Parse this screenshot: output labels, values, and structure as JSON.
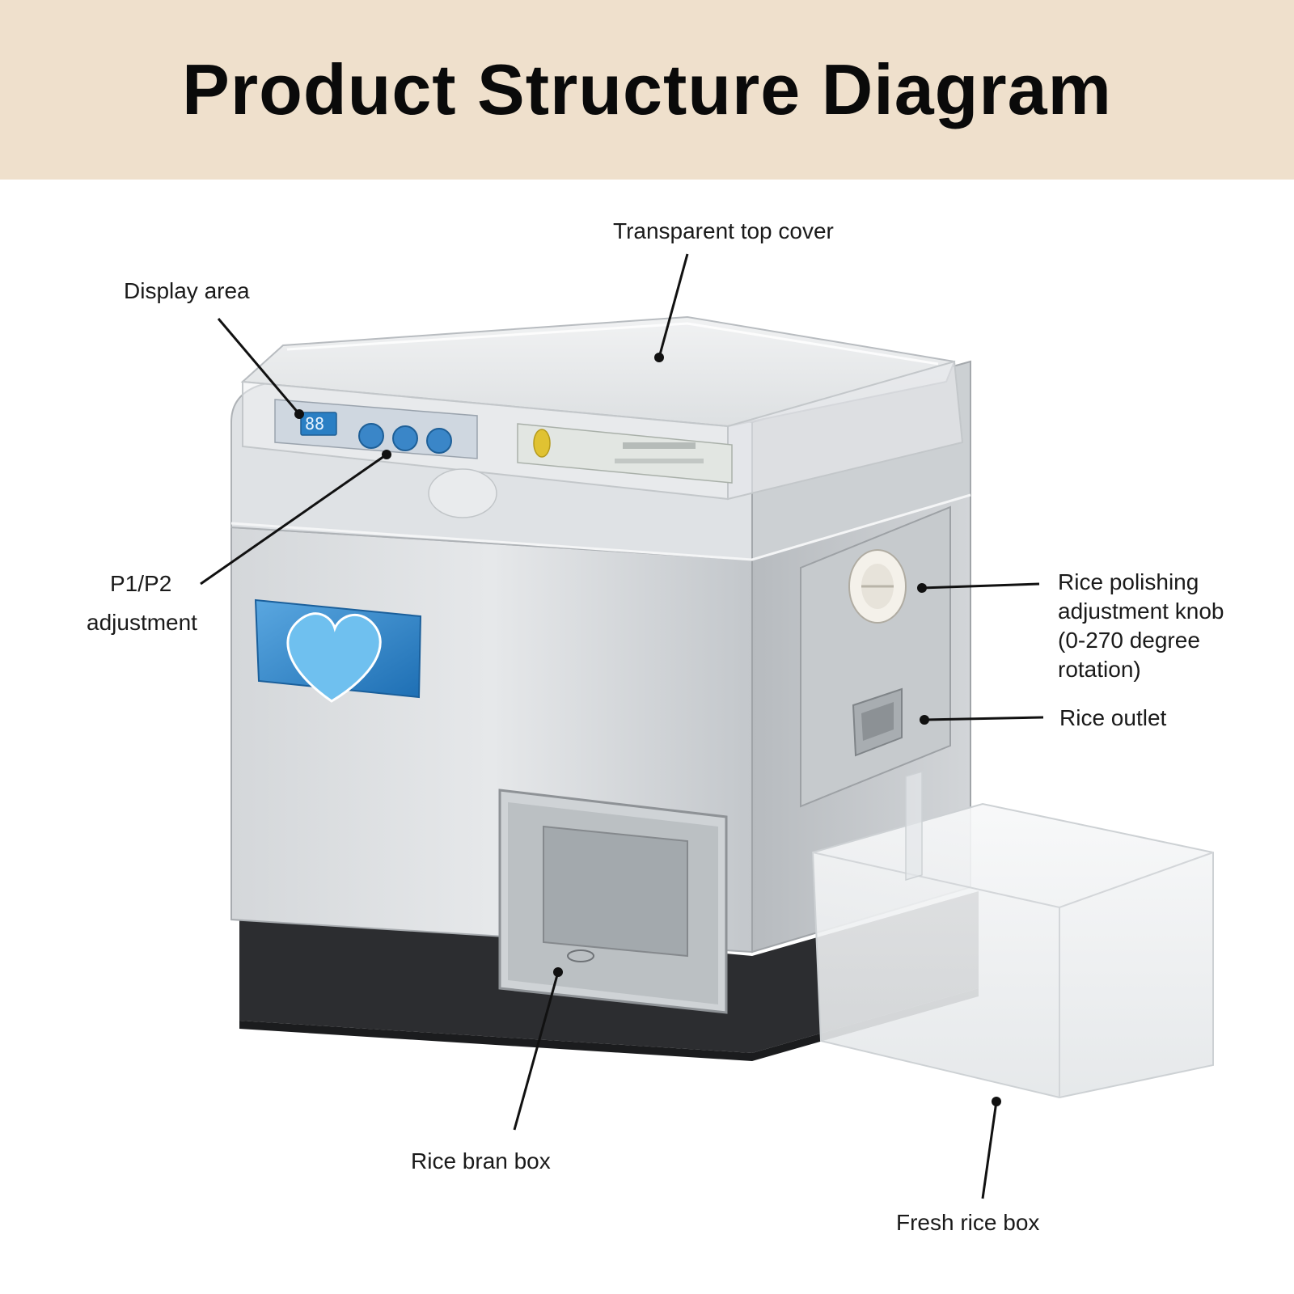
{
  "header": {
    "title": "Product Structure Diagram",
    "background_color": "#efe0cc"
  },
  "machine": {
    "display_readout": "88",
    "body_color": "#c9cdd1",
    "base_color": "#2c2d30",
    "accent_color": "#3a86c8"
  },
  "callouts": {
    "top_cover": "Transparent top cover",
    "display_area": "Display area",
    "p1p2_line1": "P1/P2",
    "p1p2_line2": "adjustment",
    "knob_line1": "Rice polishing",
    "knob_line2": "adjustment knob",
    "knob_line3": "(0-270 degree",
    "knob_line4": "rotation)",
    "rice_outlet": "Rice outlet",
    "bran_box": "Rice bran box",
    "fresh_box": "Fresh rice box"
  }
}
